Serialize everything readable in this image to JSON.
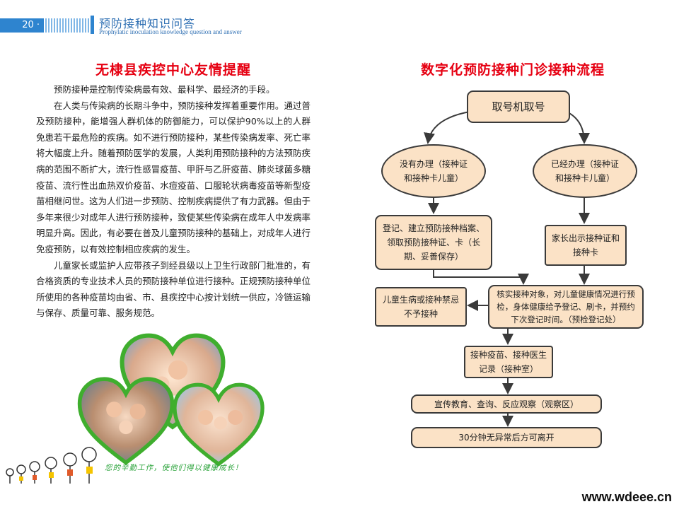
{
  "header": {
    "page_number": "20 ·",
    "title": "预防接种知识问答",
    "subtitle": "Prophylatic inoculation knowledge question and answer"
  },
  "left": {
    "title": "无棣县疾控中心友情提醒",
    "paragraphs": [
      "预防接种是控制传染病最有效、最科学、最经济的手段。",
      "在人类与传染病的长期斗争中，预防接种发挥着重要作用。通过普及预防接种，能增强人群机体的防御能力，可以保护90%以上的人群免患若干最危险的疾病。如不进行预防接种，某些传染病发率、死亡率将大幅度上升。随着预防医学的发展，人类利用预防接种的方法预防疾病的范围不断扩大，流行性感冒疫苗、甲肝与乙肝疫苗、肺炎球菌多糖疫苗、流行性出血热双价疫苗、水痘疫苗、口服轮状病毒疫苗等新型疫苗相继问世。这为人们进一步预防、控制疾病提供了有力武器。但由于多年来很少对成年人进行预防接种，致使某些传染病在成年人中发病率明显升高。因此，有必要在普及儿童预防接种的基础上，对成年人进行免疫预防，以有效控制相应疾病的发生。",
      "儿童家长或监护人应带孩子到经县级以上卫生行政部门批准的，有合格资质的专业技术人员的预防接种单位进行接种。正规预防接种单位所使用的各种疫苗均由省、市、县疾控中心按计划统一供应，冷链运输与保存、质量可靠、服务规范。"
    ],
    "slogan": "您的辛勤工作，使他们得以健康成长！"
  },
  "right": {
    "title": "数字化预防接种门诊接种流程",
    "flow": {
      "take_number": "取号机取号",
      "not_registered": "没有办理（接种证和接种卡儿童）",
      "registered": "已经办理（接种证和接种卡儿童）",
      "register": "登记、建立预防接种档案、领取预防接种证、卡（长期、妥善保存）",
      "show_cert": "家长出示接种证和接种卡",
      "contraindication": "儿童生病或接种禁忌不予接种",
      "verify": "核实接种对象，对儿童健康情况进行预检，身体健康给予登记、刷卡，并预约下次登记时间。（预检登记处）",
      "vaccinate": "接种疫苗、接种医生记录（接种室）",
      "observe": "宣传教育、查询、反应观察（观察区）",
      "leave": "30分钟无异常后方可离开"
    }
  },
  "watermark": "www.wdeee.cn",
  "colors": {
    "accent_blue": "#2e84cf",
    "title_red": "#e60012",
    "box_fill": "#fbe2c6",
    "heart_green": "#3fae2e",
    "slogan_green": "#2aa33a"
  }
}
